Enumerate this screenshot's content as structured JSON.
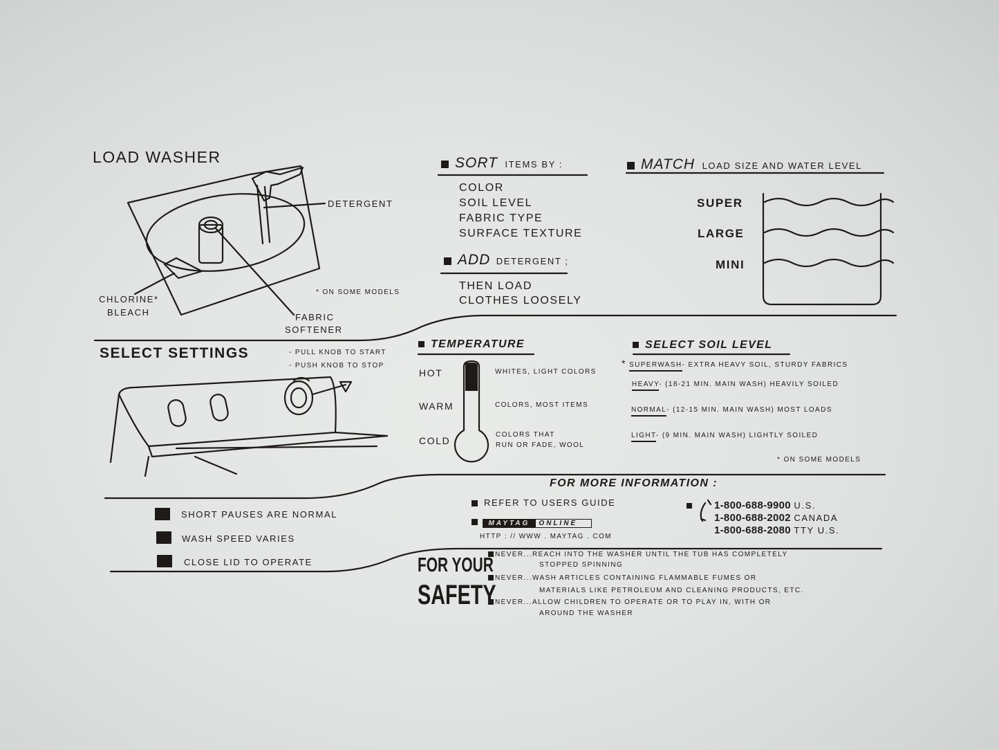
{
  "load": {
    "title": "LOAD WASHER",
    "detergent": "DETERGENT",
    "chlorine": "CHLORINE*",
    "bleach": "BLEACH",
    "fabric": "FABRIC",
    "softener": "SOFTENER",
    "note": "* ON SOME MODELS"
  },
  "sort": {
    "title": "SORT",
    "subtitle": "ITEMS BY :",
    "items": [
      "COLOR",
      "SOIL LEVEL",
      "FABRIC TYPE",
      "SURFACE TEXTURE"
    ]
  },
  "add": {
    "title": "ADD",
    "subtitle": "DETERGENT ;",
    "line1": "THEN LOAD",
    "line2": "CLOTHES LOOSELY"
  },
  "match": {
    "title": "MATCH",
    "subtitle": "LOAD SIZE AND WATER LEVEL",
    "levels": [
      "SUPER",
      "LARGE",
      "MINI"
    ]
  },
  "settings": {
    "title": "SELECT SETTINGS",
    "pull": "- PULL KNOB TO START",
    "push": "- PUSH KNOB TO STOP"
  },
  "temperature": {
    "title": "TEMPERATURE",
    "rows": [
      {
        "label": "HOT",
        "desc": "WHITES, LIGHT COLORS"
      },
      {
        "label": "WARM",
        "desc": "COLORS, MOST ITEMS"
      },
      {
        "label": "COLD",
        "desc": "COLORS THAT",
        "desc2": "RUN OR FADE, WOOL"
      }
    ]
  },
  "soil": {
    "title": "SELECT SOIL LEVEL",
    "rows": [
      {
        "star": "*",
        "name": "SUPERWASH",
        "desc": "- EXTRA HEAVY SOIL, STURDY FABRICS"
      },
      {
        "name": "HEAVY",
        "desc": "- (18-21 MIN. MAIN WASH) HEAVILY SOILED"
      },
      {
        "name": "NORMAL",
        "desc": "- (12-15 MIN. MAIN WASH) MOST LOADS"
      },
      {
        "name": "LIGHT",
        "desc": "- (9 MIN. MAIN WASH) LIGHTLY SOILED"
      }
    ],
    "note": "* ON SOME MODELS"
  },
  "notes": [
    "SHORT PAUSES ARE NORMAL",
    "WASH SPEED VARIES",
    "CLOSE LID TO OPERATE"
  ],
  "info": {
    "title": "FOR MORE INFORMATION :",
    "guide": "REFER TO USERS GUIDE",
    "maytag": "MAYTAG",
    "online": "ONLINE",
    "url": "HTTP : // WWW . MAYTAG . COM",
    "phones": [
      {
        "number": "1-800-688-9900",
        "region": "U.S."
      },
      {
        "number": "1-800-688-2002",
        "region": "CANADA"
      },
      {
        "number": "1-800-688-2080",
        "region": "TTY U.S."
      }
    ]
  },
  "safety": {
    "line1": "FOR YOUR",
    "line2": "SAFETY",
    "items": [
      {
        "lead": "NEVER",
        "text": "...REACH INTO THE WASHER UNTIL THE TUB HAS COMPLETELY",
        "text2": "STOPPED SPINNING"
      },
      {
        "lead": "NEVER",
        "text": "...WASH ARTICLES CONTAINING FLAMMABLE FUMES OR",
        "text2": "MATERIALS LIKE PETROLEUM AND CLEANING PRODUCTS, ETC."
      },
      {
        "lead": "NEVER",
        "text": "...ALLOW CHILDREN TO OPERATE OR TO PLAY IN, WITH OR",
        "text2": "AROUND THE WASHER"
      }
    ]
  }
}
